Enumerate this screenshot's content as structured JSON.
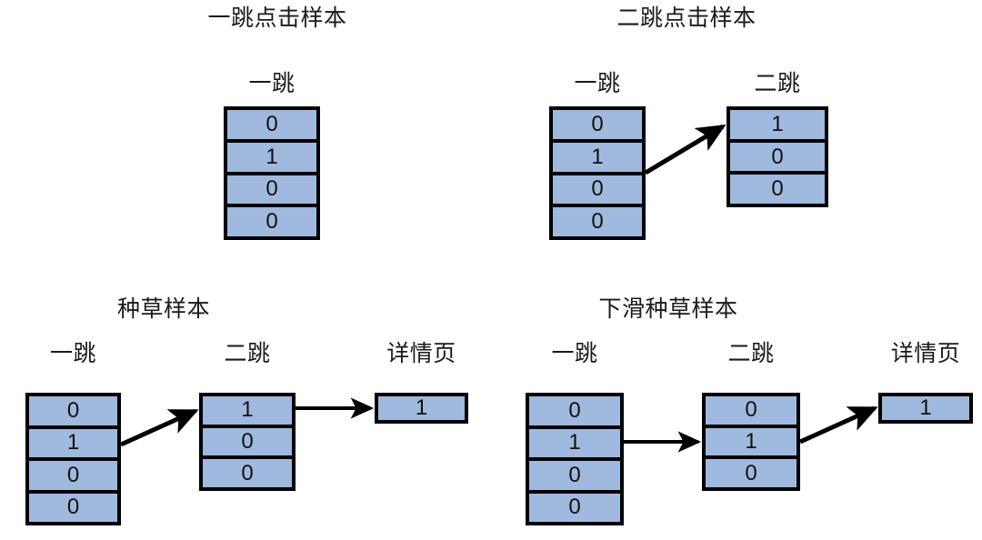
{
  "figure": {
    "background": "#ffffff",
    "cell_fill": "#a0b9de",
    "border_color": "#000000",
    "arrow_color": "#000000"
  },
  "panels": [
    {
      "id": "one-hop-click-sample",
      "title": "一跳点击样本",
      "columns": [
        {
          "id": "hop1",
          "header": "一跳",
          "values": [
            "0",
            "1",
            "0",
            "0"
          ]
        }
      ]
    },
    {
      "id": "two-hop-click-sample",
      "title": "二跳点击样本",
      "columns": [
        {
          "id": "hop1",
          "header": "一跳",
          "values": [
            "0",
            "1",
            "0",
            "0"
          ]
        },
        {
          "id": "hop2",
          "header": "二跳",
          "values": [
            "1",
            "0",
            "0"
          ]
        }
      ]
    },
    {
      "id": "seeding-sample",
      "title": "种草样本",
      "columns": [
        {
          "id": "hop1",
          "header": "一跳",
          "values": [
            "0",
            "1",
            "0",
            "0"
          ]
        },
        {
          "id": "hop2",
          "header": "二跳",
          "values": [
            "1",
            "0",
            "0"
          ]
        },
        {
          "id": "detail",
          "header": "详情页",
          "values": [
            "1"
          ]
        }
      ]
    },
    {
      "id": "scroll-seeding-sample",
      "title": "下滑种草样本",
      "columns": [
        {
          "id": "hop1",
          "header": "一跳",
          "values": [
            "0",
            "1",
            "0",
            "0"
          ]
        },
        {
          "id": "hop2",
          "header": "二跳",
          "values": [
            "0",
            "1",
            "0"
          ]
        },
        {
          "id": "detail",
          "header": "详情页",
          "values": [
            "1"
          ]
        }
      ]
    }
  ]
}
